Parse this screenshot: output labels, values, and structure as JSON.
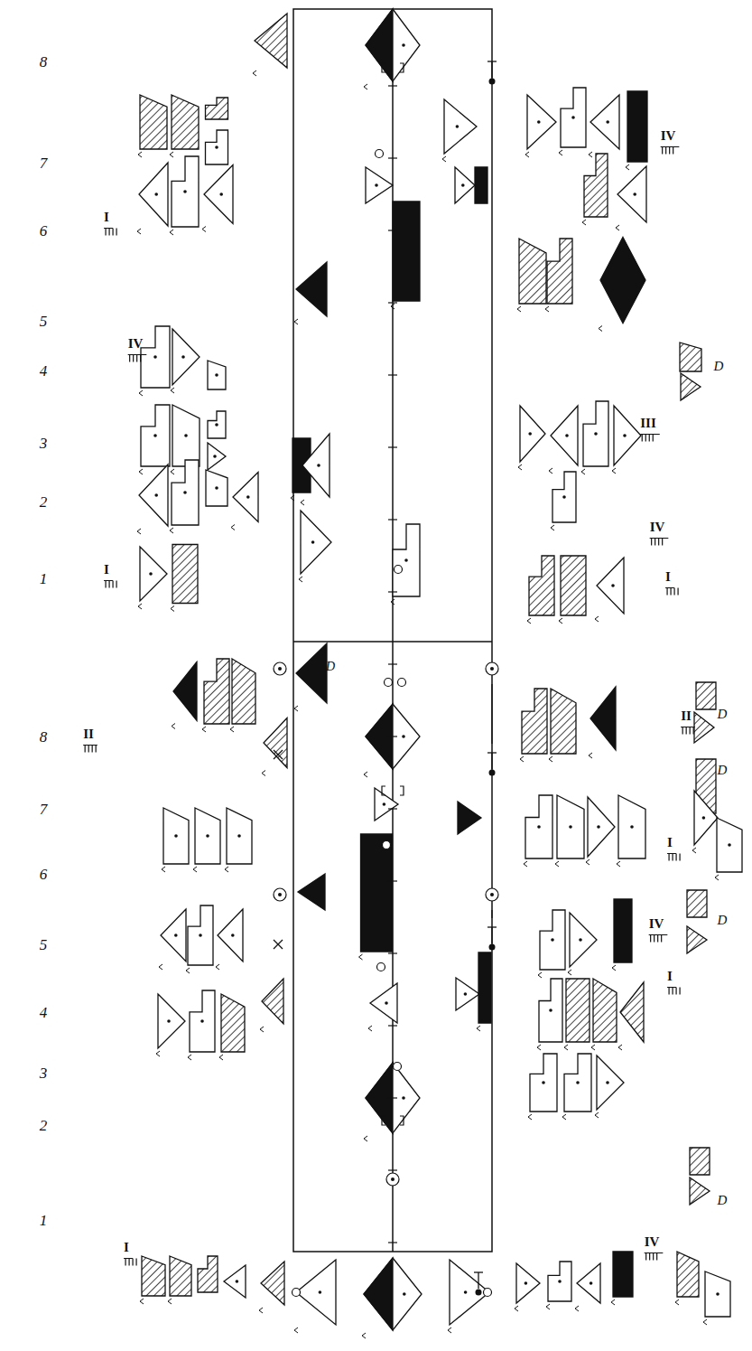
{
  "diagram": {
    "labels": [
      "8",
      "7",
      "6",
      "5",
      "4",
      "3",
      "2",
      "1",
      "8",
      "7",
      "6",
      "5",
      "4",
      "3",
      "2",
      "1",
      "I",
      "IV",
      "I",
      "II",
      "I",
      "IV",
      "III",
      "IV",
      "I",
      "II",
      "I",
      "IV",
      "I",
      "IV",
      "D",
      "D",
      "D",
      "D",
      "D",
      "D"
    ]
  }
}
